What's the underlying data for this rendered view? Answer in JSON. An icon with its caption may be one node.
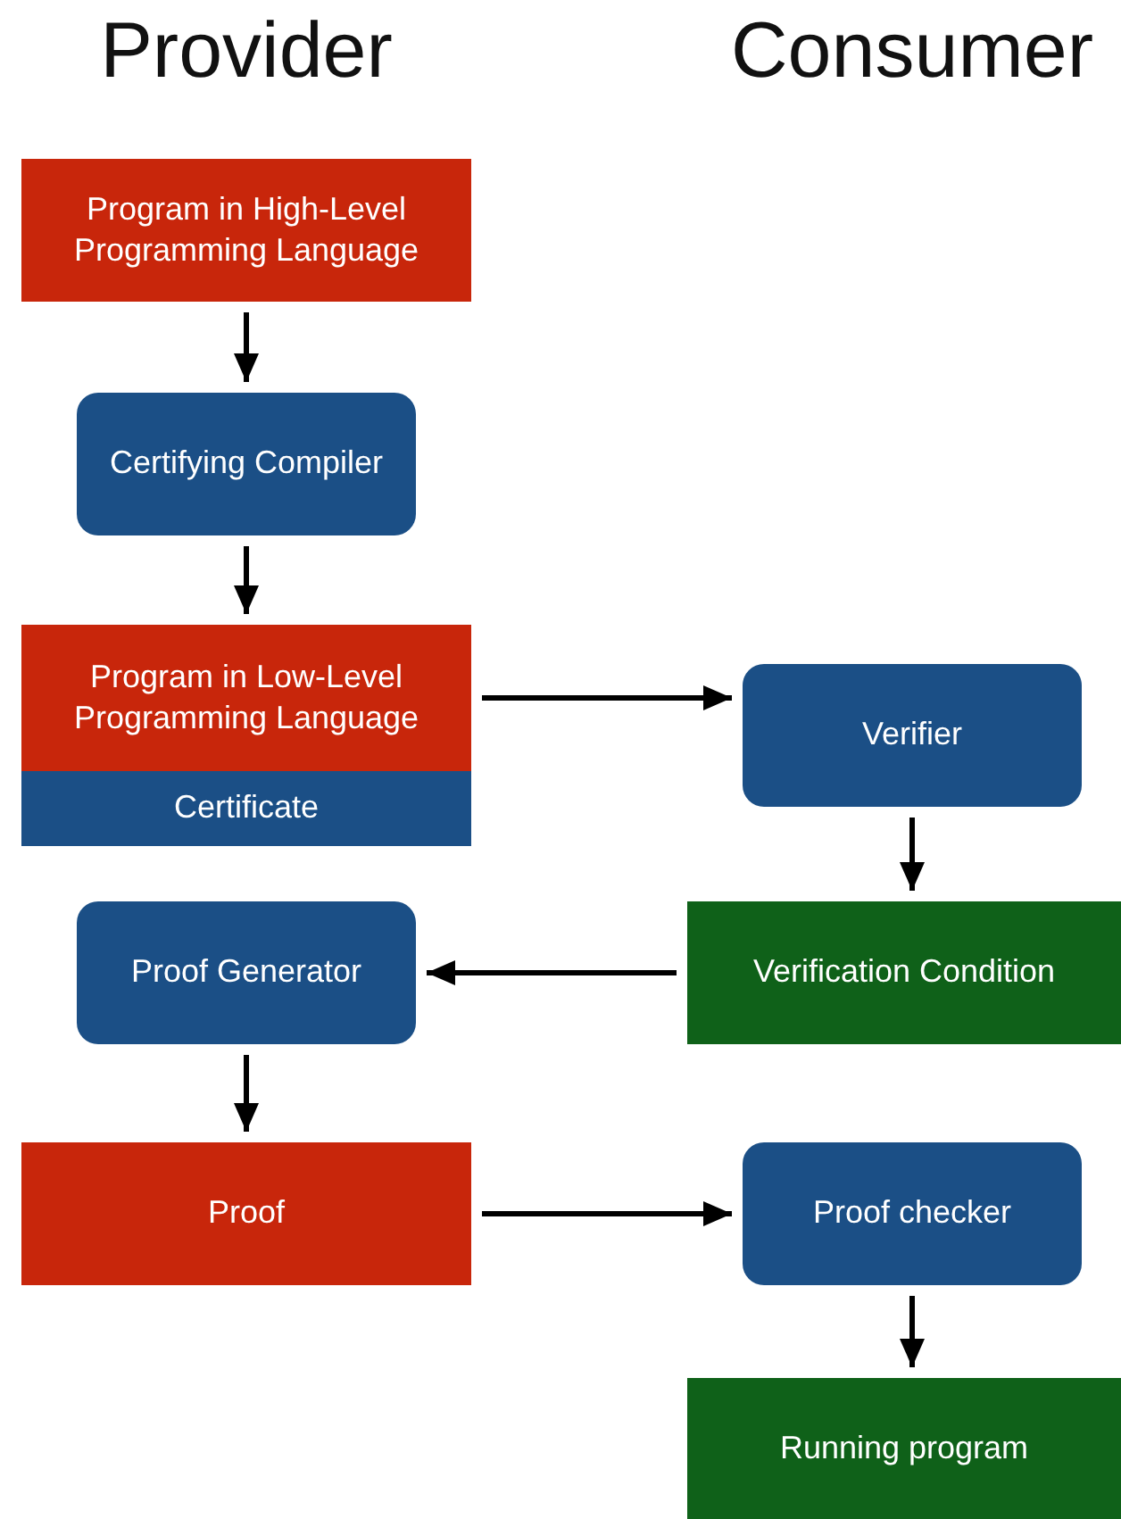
{
  "diagram": {
    "nodes": [
      {
        "text": [
          "Program in High-Level Programming Language"
        ]
      },
      {
        "text": [
          "Certifying Compiler"
        ]
      },
      {
        "text": [
          "Program in Low-Level Programming Language"
        ]
      },
      {
        "text": [
          "Certificate"
        ]
      },
      {
        "text": [
          "Verifier"
        ]
      },
      {
        "text": [
          "Verification Condition"
        ]
      },
      {
        "text": [
          "Proof Generator"
        ]
      },
      {
        "text": [
          "Proof"
        ]
      },
      {
        "text": [
          "Proof checker"
        ]
      },
      {
        "text": [
          "Running program"
        ]
      }
    ],
    "edges": [
      {
        "from": 0,
        "to": 1,
        "arrow": "to"
      },
      {
        "from": 1,
        "to": 2,
        "arrow": "to"
      },
      {
        "from": 2,
        "to": 4,
        "arrow": "to"
      },
      {
        "from": 4,
        "to": 5,
        "arrow": "to"
      },
      {
        "from": 5,
        "to": 6,
        "arrow": "to"
      },
      {
        "from": 6,
        "to": 7,
        "arrow": "to"
      },
      {
        "from": 7,
        "to": 8,
        "arrow": "to"
      },
      {
        "from": 8,
        "to": 9,
        "arrow": "to"
      }
    ],
    "labels": [
      "Provider",
      "Consumer"
    ]
  }
}
